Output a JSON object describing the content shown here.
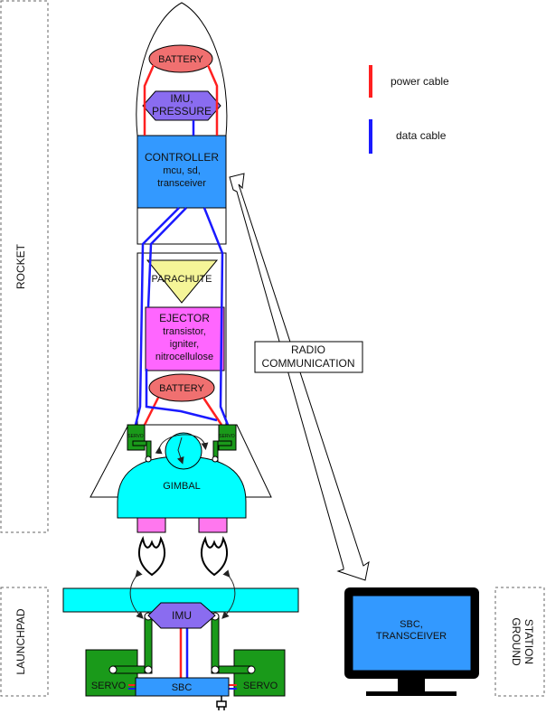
{
  "groups": {
    "rocket": "ROCKET",
    "launchpad": "LAUNCHPAD",
    "ground_station": [
      "GROUND",
      "STATION"
    ]
  },
  "legend": {
    "power": "power cable",
    "data": "data cable"
  },
  "rocket": {
    "battery_top": "BATTERY",
    "imu": [
      "IMU,",
      "PRESSURE"
    ],
    "controller": [
      "CONTROLLER",
      "mcu, sd,",
      "transceiver"
    ],
    "parachute": "PARACHUTE",
    "ejector": [
      "EJECTOR",
      "transistor,",
      "igniter,",
      "nitrocellulose"
    ],
    "battery_bottom": "BATTERY",
    "servo_left": "SERVO",
    "servo_right": "SERVO",
    "gimbal": "GIMBAL"
  },
  "radio": [
    "RADIO",
    "COMMUNICATION"
  ],
  "launchpad": {
    "imu": "IMU",
    "sbc": "SBC",
    "servo_left": "SERVO",
    "servo_right": "SERVO"
  },
  "ground": {
    "monitor": [
      "SBC,",
      "TRANSCEIVER"
    ]
  },
  "colors": {
    "power": "#ff2020",
    "data": "#1a1aff",
    "battery": "#f07070",
    "imu": "#8a6cf0",
    "controller": "#3399ff",
    "parachute": "#f5f598",
    "ejector": "#ff66ff",
    "servo": "#1a9a1a",
    "gimbal": "#00ffff",
    "nozzle": "#ff77ee",
    "monitor": "#000000"
  }
}
